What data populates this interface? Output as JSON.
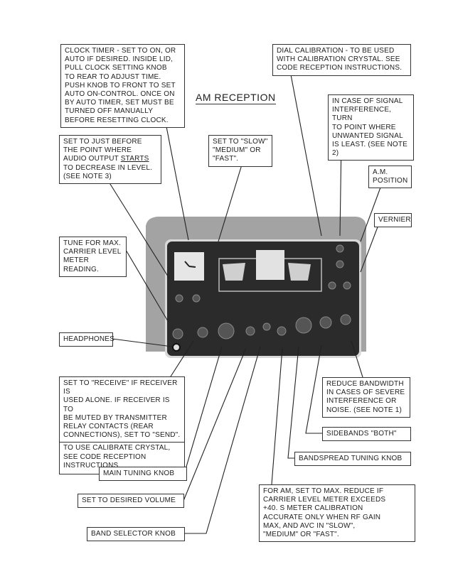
{
  "title": "AM RECEPTION",
  "callouts": {
    "clock_timer": "CLOCK TIMER - SET TO ON, OR\nAUTO IF DESIRED. INSIDE LID,\nPULL CLOCK SETTING KNOB\nTO REAR TO ADJUST TIME.\nPUSH KNOB TO FRONT TO SET\nAUTO ON-CONTROL. ONCE ON\nBY AUTO TIMER, SET MUST BE\nTURNED OFF MANUALLY\nBEFORE RESETTING CLOCK.",
    "dial_calibration": "DIAL CALIBRATION - TO BE USED\nWITH CALIBRATION CRYSTAL. SEE\nCODE RECEPTION INSTRUCTIONS.",
    "signal_interference": "IN CASE OF SIGNAL\nINTERFERENCE, TURN\nTO POINT WHERE\nUNWANTED SIGNAL\nIS LEAST. (SEE NOTE 2)",
    "rf_gain_a": "SET TO JUST BEFORE\nTHE POINT WHERE\nAUDIO OUTPUT ",
    "rf_gain_underlined": "STARTS",
    "rf_gain_b": "\nTO DECREASE IN LEVEL.\n(SEE NOTE 3)",
    "avc": "SET TO \"SLOW\"\n\"MEDIUM\" OR\n\"FAST\".",
    "am_position": "A.M.\nPOSITION",
    "vernier": "VERNIER",
    "tune_max": "TUNE FOR MAX.\nCARRIER LEVEL\nMETER READING.",
    "headphones": "HEADPHONES",
    "receive_send": "SET TO \"RECEIVE\" IF RECEIVER IS\nUSED ALONE. IF RECEIVER IS TO\nBE MUTED BY TRANSMITTER\nRELAY CONTACTS (REAR\nCONNECTIONS), SET TO \"SEND\".",
    "calibrate_crystal": "TO USE CALIBRATE CRYSTAL,\nSEE CODE RECEPTION\nINSTRUCTIONS.",
    "reduce_bandwidth": "REDUCE BANDWIDTH\nIN CASES OF SEVERE\nINTERFERENCE OR\nNOISE. (SEE NOTE 1)",
    "sidebands": "SIDEBANDS \"BOTH\"",
    "bandspread": "BANDSPREAD TUNING KNOB",
    "main_tuning": "MAIN TUNING KNOB",
    "volume": "SET TO DESIRED VOLUME",
    "band_selector": "BAND SELECTOR KNOB",
    "for_am": "FOR AM, SET TO MAX. REDUCE IF\nCARRIER LEVEL METER EXCEEDS\n+40. S METER CALIBRATION\nACCURATE ONLY WHEN RF GAIN\nMAX, AND AVC IN \"SLOW\",\n\"MEDIUM\" OR \"FAST\"."
  },
  "colors": {
    "ink": "#1e1e1e",
    "panel": "#2b2b2b",
    "cabinet": "#9a9a9a"
  }
}
